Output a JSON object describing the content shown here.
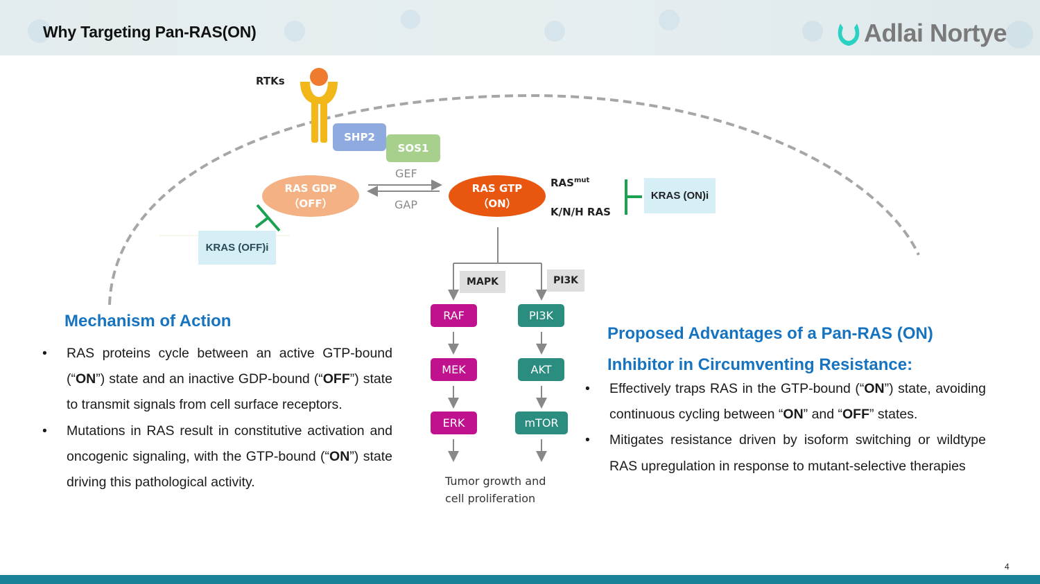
{
  "header": {
    "title": "Why Targeting Pan-RAS(ON)",
    "logo": {
      "icon": "drop-u-logo-icon",
      "text": "Adlai Nortye",
      "icon_color": "#2ad2c4",
      "text_color": "#7a7a7a"
    }
  },
  "diagram": {
    "rtks_label": "RTKs",
    "shp2": "SHP2",
    "sos1": "SOS1",
    "ras_gdp": {
      "line1": "RAS GDP",
      "line2": "（OFF）"
    },
    "ras_gtp": {
      "line1": "RAS GTP",
      "line2": "（ON）"
    },
    "gef": "GEF",
    "gap": "GAP",
    "ras_mut": {
      "base": "RAS",
      "sup": "mut"
    },
    "knh_ras": "K/N/H RAS",
    "kras_on_inhibitor": "KRAS (ON)i",
    "kras_off_inhibitor": "KRAS (OFF)i",
    "mapk_tag": "MAPK",
    "pi3k_tag": "PI3K",
    "mapk_path": [
      "RAF",
      "MEK",
      "ERK"
    ],
    "pi3k_path": [
      "PI3K",
      "AKT",
      "mTOR"
    ],
    "outcome": {
      "line1": "Tumor growth and",
      "line2": "cell proliferation"
    },
    "colors": {
      "receptor": "#f2b81a",
      "ligand": "#ee7b2e",
      "shp2": "#8faadf",
      "sos1": "#a8d08d",
      "ras_gdp": "#f4b183",
      "ras_gtp": "#e9560f",
      "inhibitor_line": "#1aa152",
      "mapk": "#c0118f",
      "pi3k": "#2a8d80"
    }
  },
  "mechanism": {
    "heading": "Mechanism of Action",
    "bullets": [
      {
        "parts": [
          {
            "t": "RAS proteins cycle between an active GTP-bound (“"
          },
          {
            "t": "ON",
            "b": true
          },
          {
            "t": "”) state and an inactive GDP-bound (“"
          },
          {
            "t": "OFF",
            "b": true
          },
          {
            "t": "”) state to transmit signals from cell surface receptors."
          }
        ]
      },
      {
        "parts": [
          {
            "t": "Mutations in RAS result in constitutive activation and oncogenic signaling, with the GTP-bound (“"
          },
          {
            "t": "ON",
            "b": true
          },
          {
            "t": "”) state driving this pathological activity."
          }
        ]
      }
    ]
  },
  "advantages": {
    "heading_line1": "Proposed Advantages of a Pan-RAS (ON)",
    "heading_line2": "Inhibitor in Circumventing Resistance:",
    "bullets": [
      {
        "parts": [
          {
            "t": "Effectively traps RAS in the GTP-bound (“"
          },
          {
            "t": "ON",
            "b": true
          },
          {
            "t": "”) state, avoiding continuous cycling between “"
          },
          {
            "t": "ON",
            "b": true
          },
          {
            "t": "” and “"
          },
          {
            "t": "OFF",
            "b": true
          },
          {
            "t": "” states."
          }
        ]
      },
      {
        "parts": [
          {
            "t": "Mitigates resistance driven by isoform switching or wildtype RAS upregulation in response to mutant-selective therapies"
          }
        ]
      }
    ]
  },
  "footer": {
    "page_number": "4",
    "bar_color": "#1b8199"
  }
}
